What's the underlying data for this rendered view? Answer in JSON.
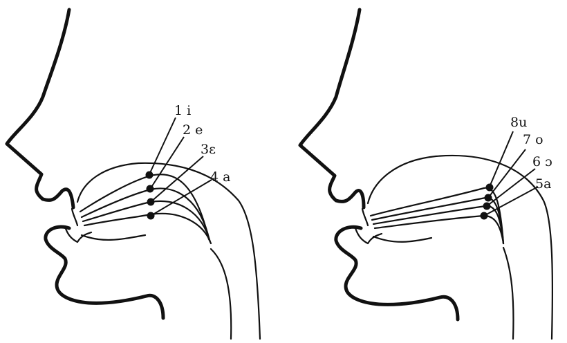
{
  "panels": [
    {
      "id": "front-vowels",
      "labels": [
        {
          "number": "1",
          "symbol": "i"
        },
        {
          "number": "2",
          "symbol": "e"
        },
        {
          "number": "3",
          "symbol": "ε"
        },
        {
          "number": "4",
          "symbol": "a"
        }
      ]
    },
    {
      "id": "back-vowels",
      "labels": [
        {
          "number": "8",
          "symbol": "u"
        },
        {
          "number": "7",
          "symbol": "o"
        },
        {
          "number": "6",
          "symbol": "ɔ"
        },
        {
          "number": "5",
          "symbol": "a"
        }
      ]
    }
  ]
}
